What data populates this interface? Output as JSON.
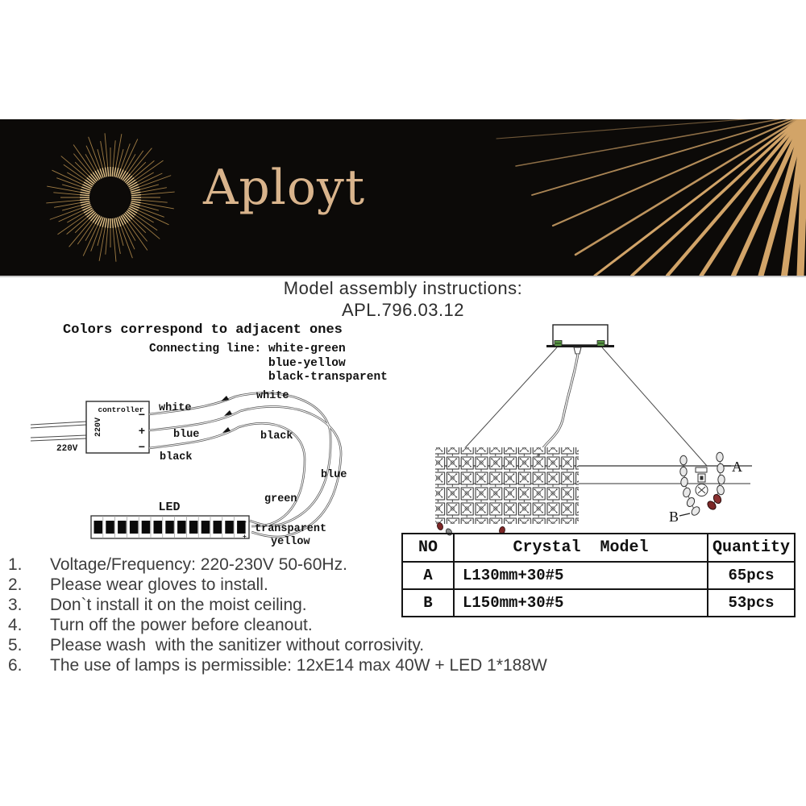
{
  "brand": {
    "wordmark": "Aployt"
  },
  "title": {
    "line1": "Model assembly instructions:",
    "line2": "APL.796.03.12"
  },
  "wiring": {
    "heading": "Colors correspond to adjacent ones",
    "connecting_label": "Connecting line: ",
    "pairs": [
      "white-green",
      "blue-yellow",
      "black-transparent"
    ],
    "mains_label": "220V",
    "controller_label": "controller",
    "controller_voltage": "220V",
    "terminal_top": "−",
    "terminal_mid": "+",
    "terminal_bot": "−",
    "out_labels": [
      "white",
      "blue",
      "black"
    ],
    "loop_labels": [
      "white",
      "black",
      "blue"
    ],
    "led_label": "LED",
    "led_terminal_minus": "−",
    "led_terminal_plus": "+",
    "led_wire_labels": [
      "green",
      "transparent",
      "yellow"
    ]
  },
  "chandelier": {
    "label_a": "A",
    "label_b": "B"
  },
  "parts_table": {
    "col_no": "NO",
    "col_model": "Crystal  Model",
    "col_qty": "Quantity",
    "rows": [
      {
        "no": "A",
        "model": "L130mm+30#5",
        "qty": "65pcs"
      },
      {
        "no": "B",
        "model": "L150mm+30#5",
        "qty": "53pcs"
      }
    ]
  },
  "instructions": [
    {
      "num": "1.",
      "text": "Voltage/Frequency: 220-230V 50-60Hz."
    },
    {
      "num": "2.",
      "text": "Please wear gloves to install."
    },
    {
      "num": "3.",
      "text": "Don`t install it on the moist ceiling."
    },
    {
      "num": "4.",
      "text": "Turn off the power before cleanout."
    },
    {
      "num": "5.",
      "text": "Please wash  with the sanitizer without corrosivity."
    },
    {
      "num": "6.",
      "text": "The use of lamps is permissible: 12xE14 max 40W + LED 1*188W"
    }
  ],
  "colors": {
    "banner_bg": "#0c0a08",
    "gold": "#d2a468",
    "gold_text": "#d9b48c",
    "ink": "#1d1d1d",
    "body_text": "#3d3d3d"
  }
}
